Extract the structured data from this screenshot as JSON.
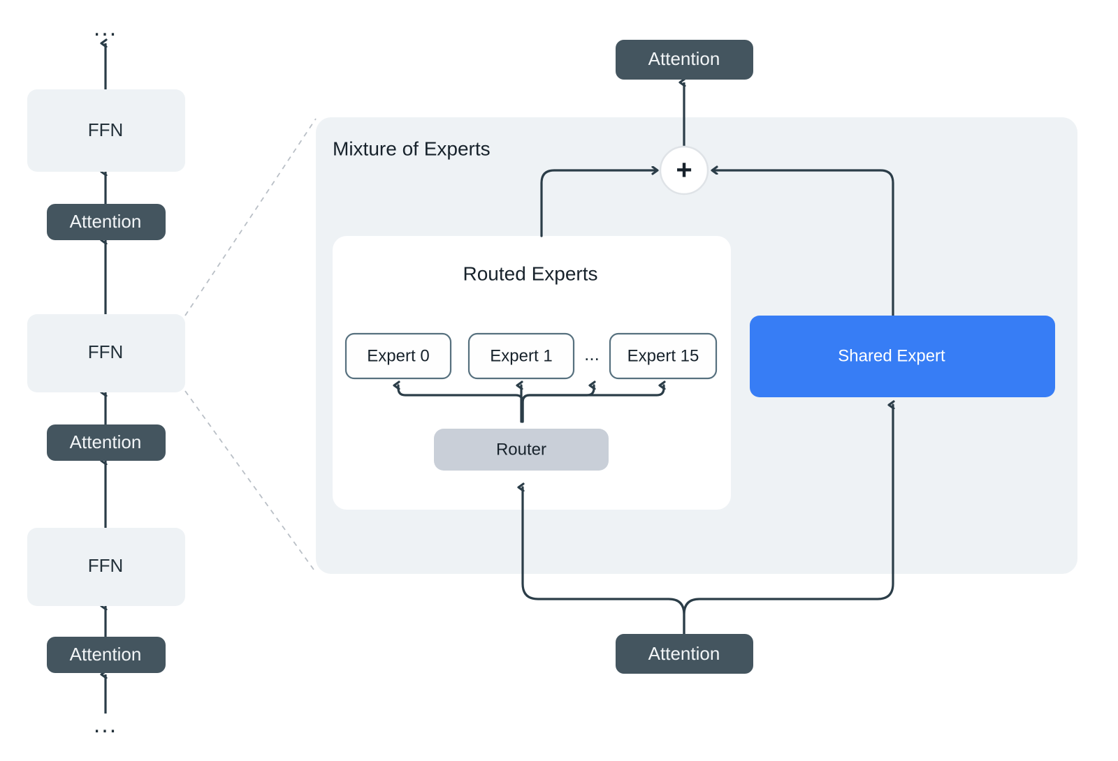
{
  "diagram": {
    "title_visible": "Mixture of Experts",
    "colors": {
      "background": "#ffffff",
      "panel_bg": "#eef2f5",
      "inner_panel_bg": "#ffffff",
      "block_light": "#eef2f5",
      "block_dark": "#44555f",
      "block_dark_text": "#f2f5f7",
      "router_bg": "#c9cfd8",
      "shared_expert_bg": "#377df5",
      "shared_expert_text": "#ffffff",
      "line": "#2b3d48",
      "dashed_line": "#b9bfc6",
      "expert_border": "#56707e",
      "plus_circle_bg": "#ffffff",
      "plus_circle_border": "#dfe3e7",
      "text_dark": "#17222b"
    },
    "left_stack": {
      "name": "transformer-layer-stack",
      "items": [
        {
          "id": "top-ellipsis",
          "kind": "ellipsis",
          "label": "..."
        },
        {
          "id": "ffn-3",
          "kind": "ffn",
          "label": "FFN"
        },
        {
          "id": "attention-3",
          "kind": "attention",
          "label": "Attention"
        },
        {
          "id": "ffn-2",
          "kind": "ffn",
          "label": "FFN"
        },
        {
          "id": "attention-2",
          "kind": "attention",
          "label": "Attention"
        },
        {
          "id": "ffn-1",
          "kind": "ffn",
          "label": "FFN"
        },
        {
          "id": "attention-1",
          "kind": "attention",
          "label": "Attention"
        },
        {
          "id": "bottom-ellipsis",
          "kind": "ellipsis",
          "label": "..."
        }
      ]
    },
    "moe_panel": {
      "label": "Mixture of Experts",
      "top_attention": {
        "label": "Attention"
      },
      "bottom_attention": {
        "label": "Attention"
      },
      "combine_node": {
        "label": "+",
        "symbol": "plus"
      },
      "routed_experts": {
        "title": "Routed Experts",
        "experts": [
          {
            "label": "Expert 0"
          },
          {
            "label": "Expert 1"
          },
          {
            "label": "Expert 15"
          }
        ],
        "ellipsis": "...",
        "router": {
          "label": "Router"
        }
      },
      "shared_expert": {
        "label": "Shared Expert"
      }
    }
  }
}
